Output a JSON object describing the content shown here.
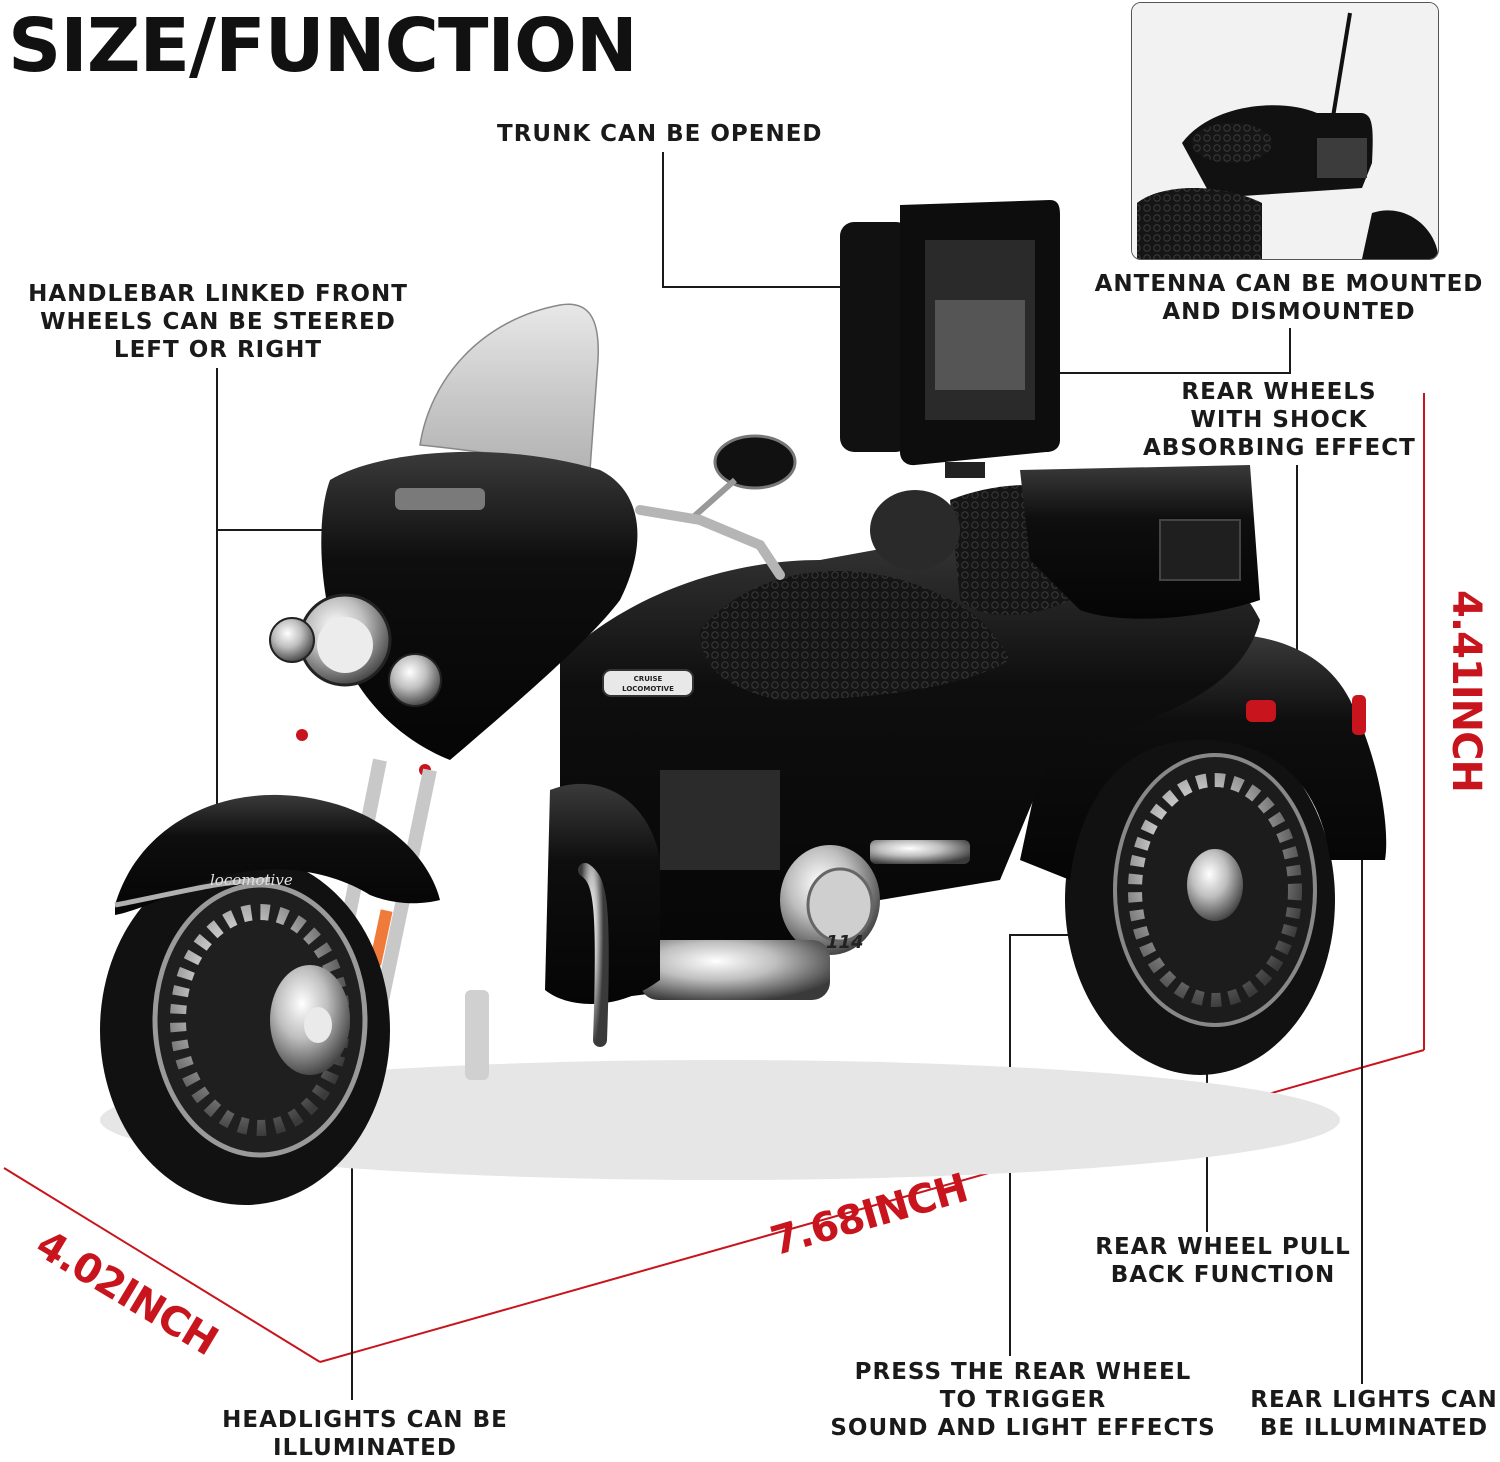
{
  "title": "SIZE/FUNCTION",
  "labels": {
    "trunk": [
      "TRUNK CAN BE OPENED"
    ],
    "handlebar": [
      "HANDLEBAR LINKED FRONT",
      "WHEELS CAN BE STEERED",
      "LEFT OR RIGHT"
    ],
    "antenna": [
      "ANTENNA CAN BE MOUNTED",
      "AND DISMOUNTED"
    ],
    "shock": [
      "REAR WHEELS",
      "WITH SHOCK",
      "ABSORBING EFFECT"
    ],
    "pullback": [
      "REAR WHEEL PULL",
      "BACK FUNCTION"
    ],
    "press": [
      "PRESS THE REAR WHEEL",
      "TO TRIGGER",
      "SOUND AND LIGHT EFFECTS"
    ],
    "rearlights": [
      "REAR LIGHTS CAN",
      "BE ILLUMINATED"
    ],
    "headlights": [
      "HEADLIGHTS CAN BE",
      "ILLUMINATED"
    ]
  },
  "dimensions": {
    "height": "4.41INCH",
    "length": "7.68INCH",
    "width": "4.02INCH"
  },
  "colors": {
    "dimension_line": "#c8141c",
    "text": "#1a1a1a",
    "body": "#0d0d0d"
  },
  "emblem": {
    "number": "114",
    "script": "locomotive",
    "badge_line1": "CRUISE",
    "badge_line2": "LOCOMOTIVE"
  }
}
